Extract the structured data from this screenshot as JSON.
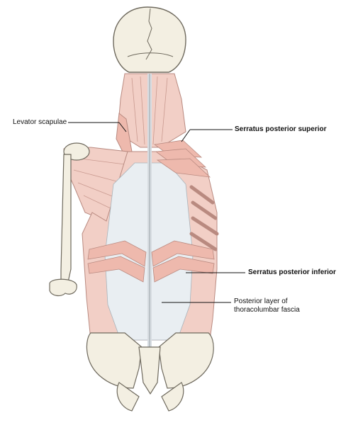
{
  "labels": {
    "levator_scapulae": "Levator scapulae",
    "serratus_posterior_superior": "Serratus posterior superior",
    "serratus_posterior_inferior": "Serratus posterior inferior",
    "thoracolumbar_line1": "Posterior layer of",
    "thoracolumbar_line2": "thoracolumbar fascia"
  },
  "colors": {
    "muscle": "#f2cfc6",
    "muscle_stroke": "#b98a80",
    "bone": "#f3efe2",
    "bone_stroke": "#6f6a5e",
    "fascia": "#e9eef2",
    "leader": "#111111"
  }
}
